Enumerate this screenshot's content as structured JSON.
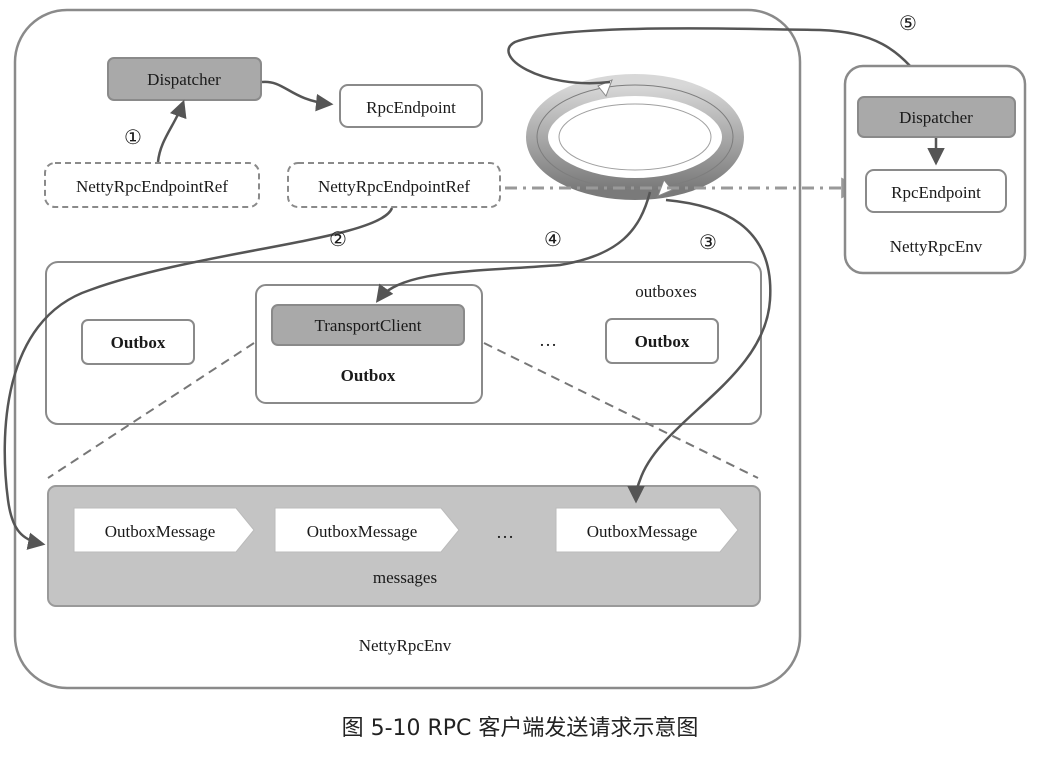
{
  "local_env": {
    "label": "NettyRpcEnv",
    "dispatcher": "Dispatcher",
    "rpc_endpoint": "RpcEndpoint",
    "endpoint_refs": [
      "NettyRpcEndpointRef",
      "NettyRpcEndpointRef"
    ],
    "outboxes": {
      "label": "outboxes",
      "outbox_left": "Outbox",
      "transport_client": "TransportClient",
      "outbox_center": "Outbox",
      "ellipsis": "…",
      "outbox_right": "Outbox"
    },
    "messages": {
      "label": "messages",
      "items": [
        "OutboxMessage",
        "OutboxMessage",
        "OutboxMessage"
      ],
      "ellipsis": "…"
    }
  },
  "remote_env": {
    "label": "NettyRpcEnv",
    "dispatcher": "Dispatcher",
    "rpc_endpoint": "RpcEndpoint"
  },
  "steps": [
    "①",
    "②",
    "③",
    "④",
    "⑤"
  ],
  "caption": "图 5-10   RPC 客户端发送请求示意图",
  "colors": {
    "border": "#8a8a8a",
    "dark_fill": "#a9a9a9",
    "messages_fill": "#c4c4c4",
    "arrow": "#555555"
  }
}
